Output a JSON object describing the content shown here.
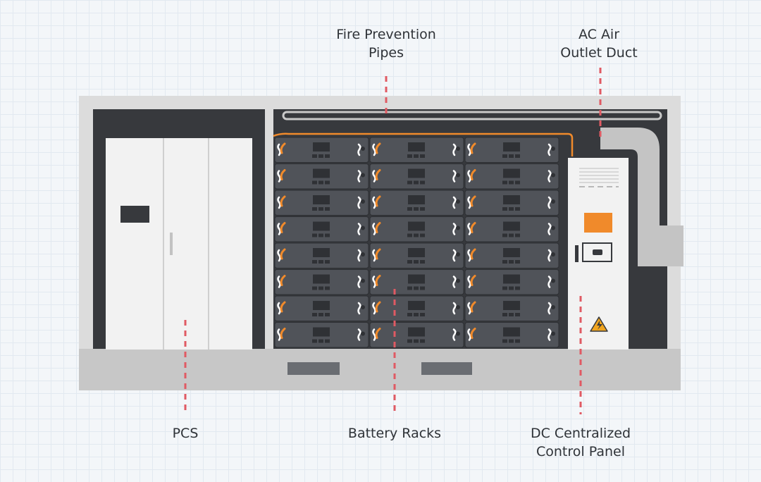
{
  "labels": {
    "fire_prevention": [
      "Fire Prevention",
      "Pipes"
    ],
    "ac_air": [
      "AC Air",
      "Outlet Duct"
    ],
    "pcs": "PCS",
    "battery_racks": "Battery Racks",
    "dc_panel": [
      "DC Centralized",
      "Control Panel"
    ]
  },
  "colors": {
    "accent": "#f08a2b",
    "leader": "#e05a63",
    "dark": "#37393d",
    "frame": "#dcdcdc",
    "panel": "#f2f2f2",
    "module": "#505359"
  },
  "icons": {
    "warning": "warning-icon"
  }
}
